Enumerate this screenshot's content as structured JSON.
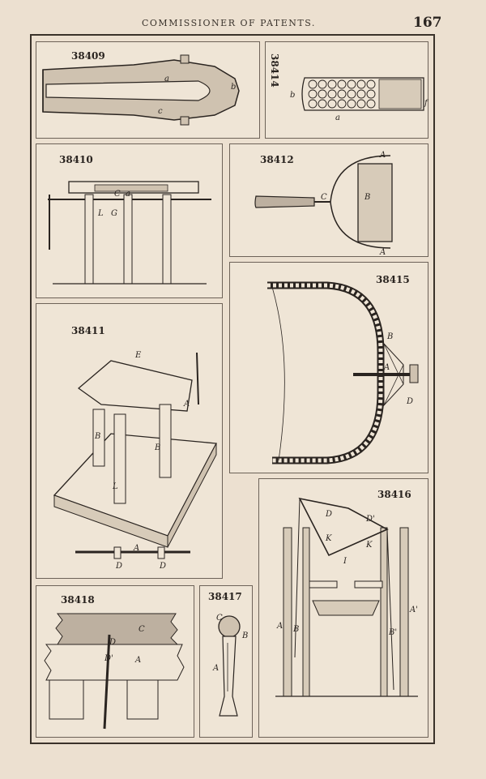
{
  "header": {
    "title": "COMMISSIONER OF PATENTS.",
    "page_number": "167"
  },
  "figures": [
    {
      "number": "38409",
      "labels": [
        "a",
        "b",
        "c"
      ]
    },
    {
      "number": "38414",
      "labels": [
        "b",
        "a",
        "f"
      ]
    },
    {
      "number": "38410",
      "labels": [
        "C",
        "a",
        "L",
        "G"
      ]
    },
    {
      "number": "38412",
      "labels": [
        "A",
        "B",
        "C",
        "A"
      ]
    },
    {
      "number": "38415",
      "labels": [
        "B",
        "A",
        "D"
      ]
    },
    {
      "number": "38411",
      "labels": [
        "E",
        "A",
        "B",
        "B",
        "L",
        "A",
        "D",
        "D"
      ]
    },
    {
      "number": "38416",
      "labels": [
        "D",
        "D'",
        "K",
        "K",
        "I",
        "A",
        "B",
        "B'",
        "A'"
      ]
    },
    {
      "number": "38418",
      "labels": [
        "C",
        "D",
        "D'",
        "A"
      ]
    },
    {
      "number": "38417",
      "labels": [
        "C",
        "B",
        "A"
      ]
    }
  ]
}
